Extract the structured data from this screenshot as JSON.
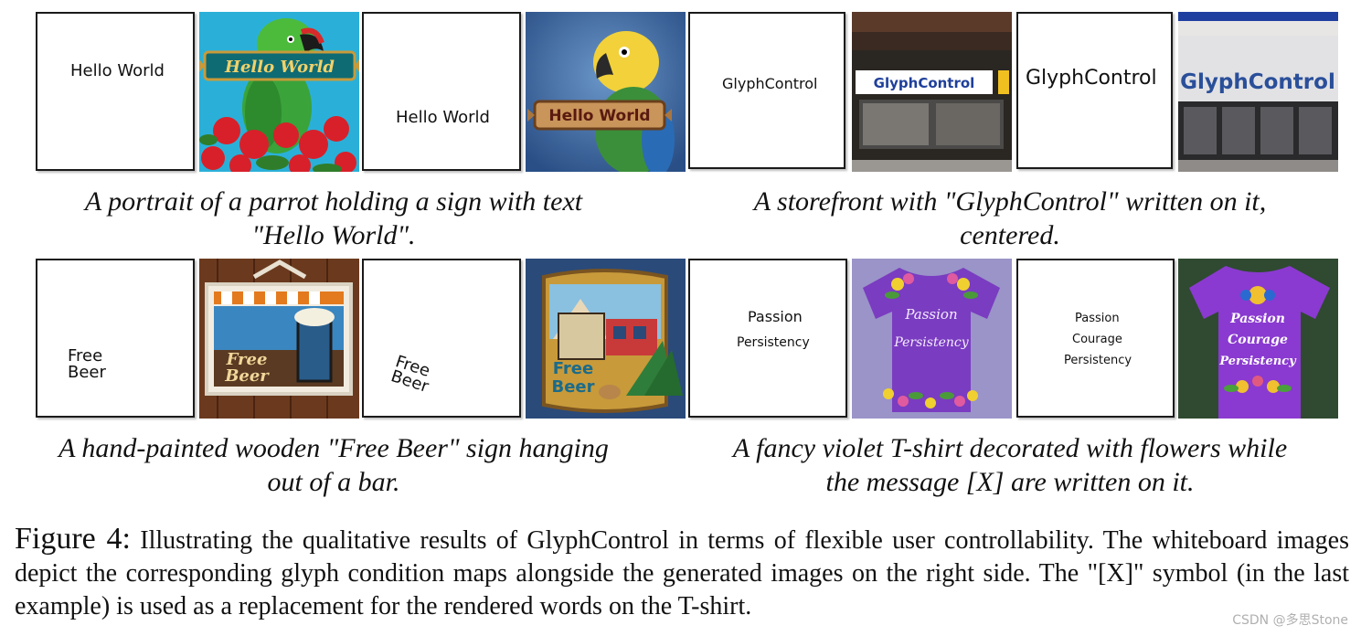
{
  "examples": [
    {
      "caption_line1": "A portrait of a parrot holding a sign with text",
      "caption_line2": "\"Hello World\".",
      "glyph1": [
        "Hello World"
      ],
      "sign1": "Hello World",
      "glyph2": [
        "Hello World"
      ],
      "sign2": "Hello World"
    },
    {
      "caption_line1": "A storefront with \"GlyphControl\" written on it,",
      "caption_line2": "centered.",
      "glyph1": [
        "GlyphControl"
      ],
      "sign1": "GlyphControl",
      "glyph2": [
        "GlyphControl"
      ],
      "sign2": "GlyphControl"
    },
    {
      "caption_line1": "A hand-painted wooden \"Free Beer\" sign hanging",
      "caption_line2": "out of a bar.",
      "glyph1": [
        "Free",
        "Beer"
      ],
      "sign1": [
        "Free",
        "Beer"
      ],
      "glyph2": [
        "Free",
        "Beer"
      ],
      "sign2": [
        "Free",
        "Beer"
      ]
    },
    {
      "caption_line1": "A fancy violet T-shirt decorated with flowers while",
      "caption_line2": "the message [X] are written on it.",
      "glyph1": [
        "Passion",
        "Persistency"
      ],
      "sign1": [
        "Passion",
        "Persistency"
      ],
      "glyph2": [
        "Passion",
        "Courage",
        "Persistency"
      ],
      "sign2": [
        "Passion",
        "Courage",
        "Persistency"
      ]
    }
  ],
  "figure": {
    "label": "Figure 4:",
    "text": "Illustrating the qualitative results of GlyphControl in terms of flexible user controllability. The whiteboard images depict the corresponding glyph condition maps alongside the generated images on the right side. The \"[X]\" symbol (in the last example) is used as a replacement for the rendered words on the T-shirt."
  },
  "watermark": "CSDN @多思Stone",
  "colors": {
    "border": "#1a1a1a",
    "sky_blue": "#2ab0d8",
    "parrot_green": "#3aa33a",
    "flower_red": "#d8202a",
    "store_blue": "#1f3f9a",
    "wood": "#8a5a2b",
    "violet": "#7a3cc0"
  }
}
